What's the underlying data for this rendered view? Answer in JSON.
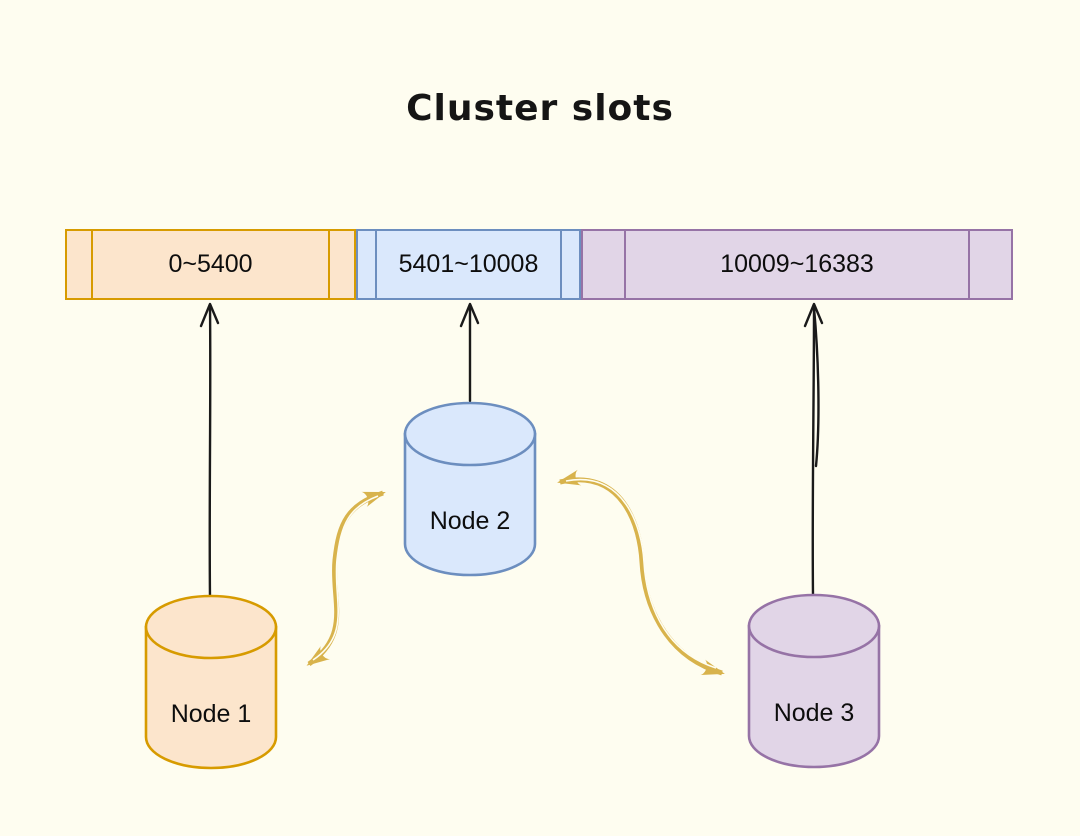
{
  "title": "Cluster slots",
  "slot_bar": {
    "segments": [
      {
        "label": "0~5400",
        "range_start": 0,
        "range_end": 5400,
        "fill": "#FCE5CC",
        "border": "#D79B00",
        "assigned_node": "Node 1"
      },
      {
        "label": "5401~10008",
        "range_start": 5401,
        "range_end": 10008,
        "fill": "#DAE8FC",
        "border": "#6C8EBF",
        "assigned_node": "Node 2"
      },
      {
        "label": "10009~16383",
        "range_start": 10009,
        "range_end": 16383,
        "fill": "#E1D5E7",
        "border": "#9673A6",
        "assigned_node": "Node 3"
      }
    ]
  },
  "nodes": [
    {
      "label": "Node 1",
      "fill": "#FCE5CC",
      "border": "#D79B00"
    },
    {
      "label": "Node 2",
      "fill": "#DAE8FC",
      "border": "#6C8EBF"
    },
    {
      "label": "Node 3",
      "fill": "#E1D5E7",
      "border": "#9673A6"
    }
  ],
  "arrows": {
    "slot_assignments": [
      {
        "from": "Node 1",
        "to": "0~5400"
      },
      {
        "from": "Node 2",
        "to": "5401~10008"
      },
      {
        "from": "Node 3",
        "to": "10009~16383"
      }
    ],
    "node_links": [
      {
        "between": [
          "Node 1",
          "Node 2"
        ],
        "bidirectional": true
      },
      {
        "between": [
          "Node 2",
          "Node 3"
        ],
        "bidirectional": true
      }
    ]
  },
  "palette": {
    "background": "#FEFDF0",
    "black_arrow": "#1A1A1A",
    "gold_arrow": "#D8B34C"
  }
}
